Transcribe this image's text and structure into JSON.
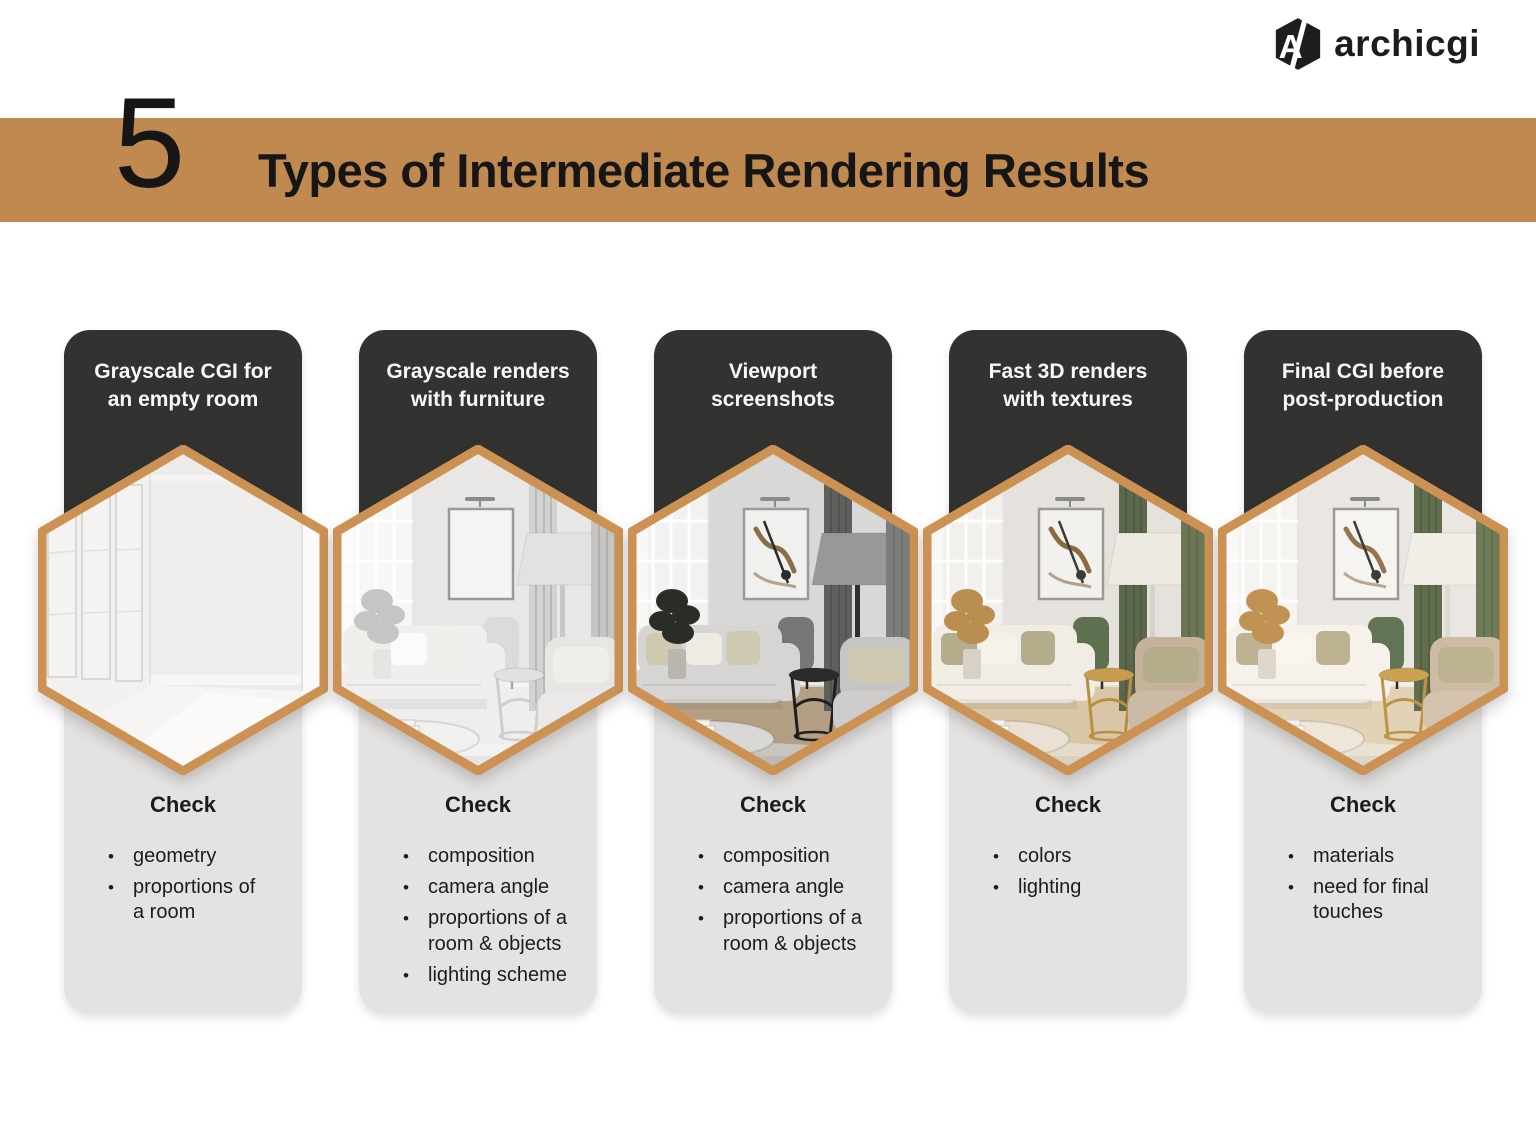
{
  "brand": {
    "logo_text": "archicgi"
  },
  "header": {
    "number": "5",
    "title": "Types of Intermediate Rendering Results"
  },
  "colors": {
    "accent_band": "#C0894F",
    "hexagon_border": "#CB9254",
    "header_card": "#323231",
    "body_card": "#E4E3E1",
    "text_dark": "#1D1D1C",
    "text_light": "#F7F7F6"
  },
  "columns": [
    {
      "title": "Grayscale CGI for\nan empty room",
      "image": "grayscale-empty-room-render",
      "check_label": "Check",
      "items": [
        "geometry",
        "proportions of\na room"
      ]
    },
    {
      "title": "Grayscale renders\nwith furniture",
      "image": "grayscale-furnished-render",
      "check_label": "Check",
      "items": [
        "composition",
        "camera angle",
        "proportions of a\nroom & objects",
        "lighting scheme"
      ]
    },
    {
      "title": "Viewport\nscreenshots",
      "image": "viewport-screenshot-render",
      "check_label": "Check",
      "items": [
        "composition",
        "camera angle",
        "proportions of a\nroom & objects"
      ]
    },
    {
      "title": "Fast 3D renders\nwith textures",
      "image": "fast-textured-render",
      "check_label": "Check",
      "items": [
        "colors",
        "lighting"
      ]
    },
    {
      "title": "Final CGI before\npost-production",
      "image": "final-cgi-render",
      "check_label": "Check",
      "items": [
        "materials",
        "need for final\ntouches"
      ]
    }
  ]
}
